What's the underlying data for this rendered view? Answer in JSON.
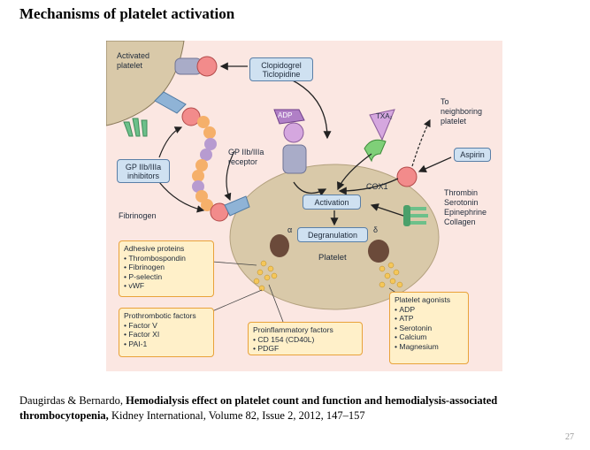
{
  "slide": {
    "title": "Mechanisms of platelet activation",
    "page_number": "27"
  },
  "figure": {
    "activated_platelet": "Activated platelet",
    "clopidogrel_box": [
      "Clopidogrel",
      "Ticlopidine"
    ],
    "gp_inhibitors_box": [
      "GP IIb/IIIa",
      "inhibitors"
    ],
    "gp_receptor": [
      "GP IIb/IIIa",
      "receptor"
    ],
    "fibrinogen": "Fibrinogen",
    "adp_receptor": "ADP",
    "txa2": "TXA₂",
    "to_neighboring": [
      "To",
      "neighboring",
      "platelet"
    ],
    "aspirin": "Aspirin",
    "cox1": "COX1",
    "activation": "Activation",
    "degranulation": "Degranulation",
    "alpha": "α",
    "delta": "δ",
    "platelet": "Platelet",
    "agonist_list": [
      "Thrombin",
      "Serotonin",
      "Epinephrine",
      "Collagen"
    ],
    "adhesive_proteins": {
      "title": "Adhesive proteins",
      "items": [
        "Thrombospondin",
        "Fibrinogen",
        "P-selectin",
        "vWF"
      ]
    },
    "prothrombotic_factors": {
      "title": "Prothrombotic factors",
      "items": [
        "Factor V",
        "Factor XI",
        "PAI-1"
      ]
    },
    "proinflammatory_factors": {
      "title": "Proinflammatory factors",
      "items": [
        "CD 154 (CD40L)",
        "PDGF"
      ]
    },
    "platelet_agonists": {
      "title": "Platelet agonists",
      "items": [
        "ADP",
        "ATP",
        "Serotonin",
        "Calcium",
        "Magnesium"
      ]
    }
  },
  "citation": {
    "authors": "Daugirdas & Bernardo, ",
    "title": "Hemodialysis effect on platelet count and function and hemodialysis-associated thrombocytopenia,",
    "source": " Kidney International, Volume 82, Issue 2, 2012, 147–157"
  },
  "colors": {
    "figure_background": "#fbe7e2",
    "platelet_body": "#d9c9a9",
    "receptor_pink": "#f28b8b",
    "label_box_blue": "#cfe1f1",
    "list_box_yellow": "#fff0c9",
    "list_box_border": "#e9a23a",
    "granule_brown": "#6b4a3a"
  }
}
